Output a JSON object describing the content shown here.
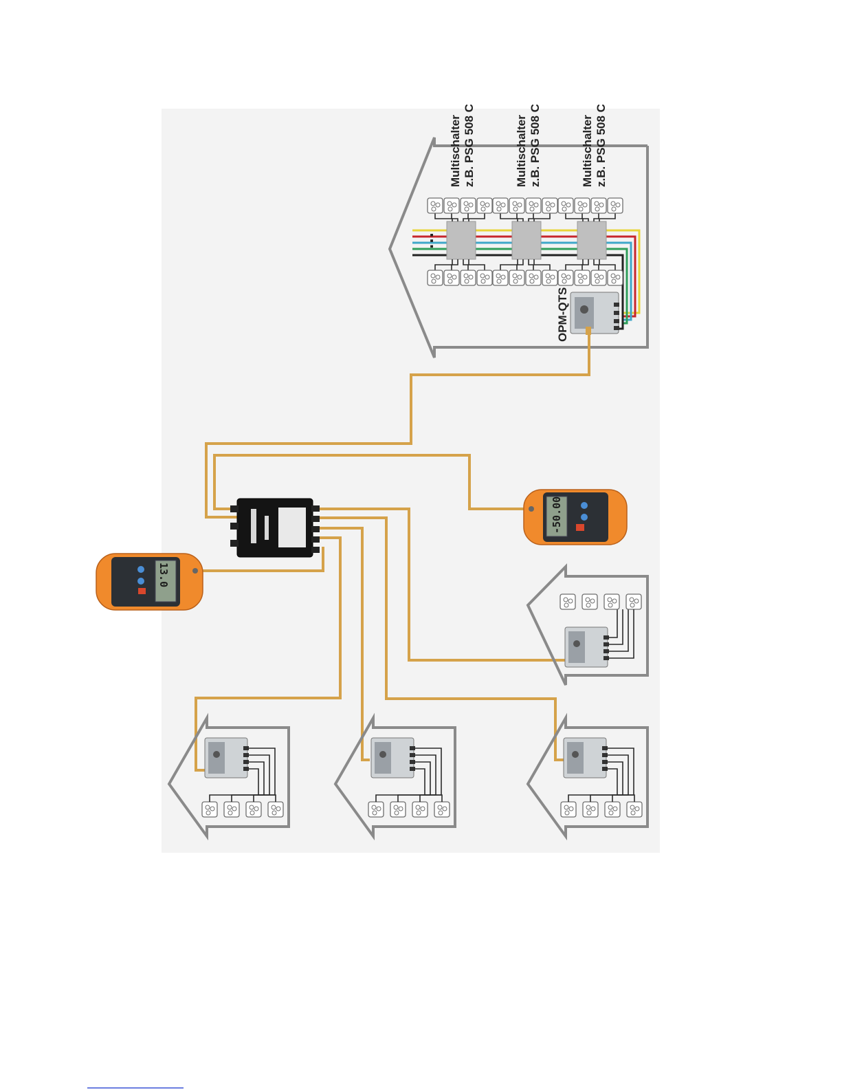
{
  "labels": {
    "multischalter_1_line1": "Multischalter",
    "multischalter_1_line2": "z.B. PSG 508 C",
    "multischalter_2_line1": "Multischalter",
    "multischalter_2_line2": "z.B. PSG 508 C",
    "multischalter_3_line1": "Multischalter",
    "multischalter_3_line2": "z.B. PSG 508 C",
    "opm_qts": "OPM-QTS",
    "ellipsis": "…",
    "meter_left_reading": "13.0",
    "meter_right_reading": "-50.00"
  },
  "colors": {
    "fiber": "#d5a24a",
    "house_outline": "#8a8a8a",
    "sat_lines": [
      "#e8d43a",
      "#c7262b",
      "#2f9e5a",
      "#3fa7c9",
      "#222222"
    ],
    "meter_shell": "#f08a2c",
    "splitter": "#141414"
  },
  "icons": {
    "socket": "tv-sat-socket-icon",
    "splitter": "optical-splitter-icon",
    "meter": "optical-power-meter-icon",
    "converter": "optical-converter-icon"
  }
}
